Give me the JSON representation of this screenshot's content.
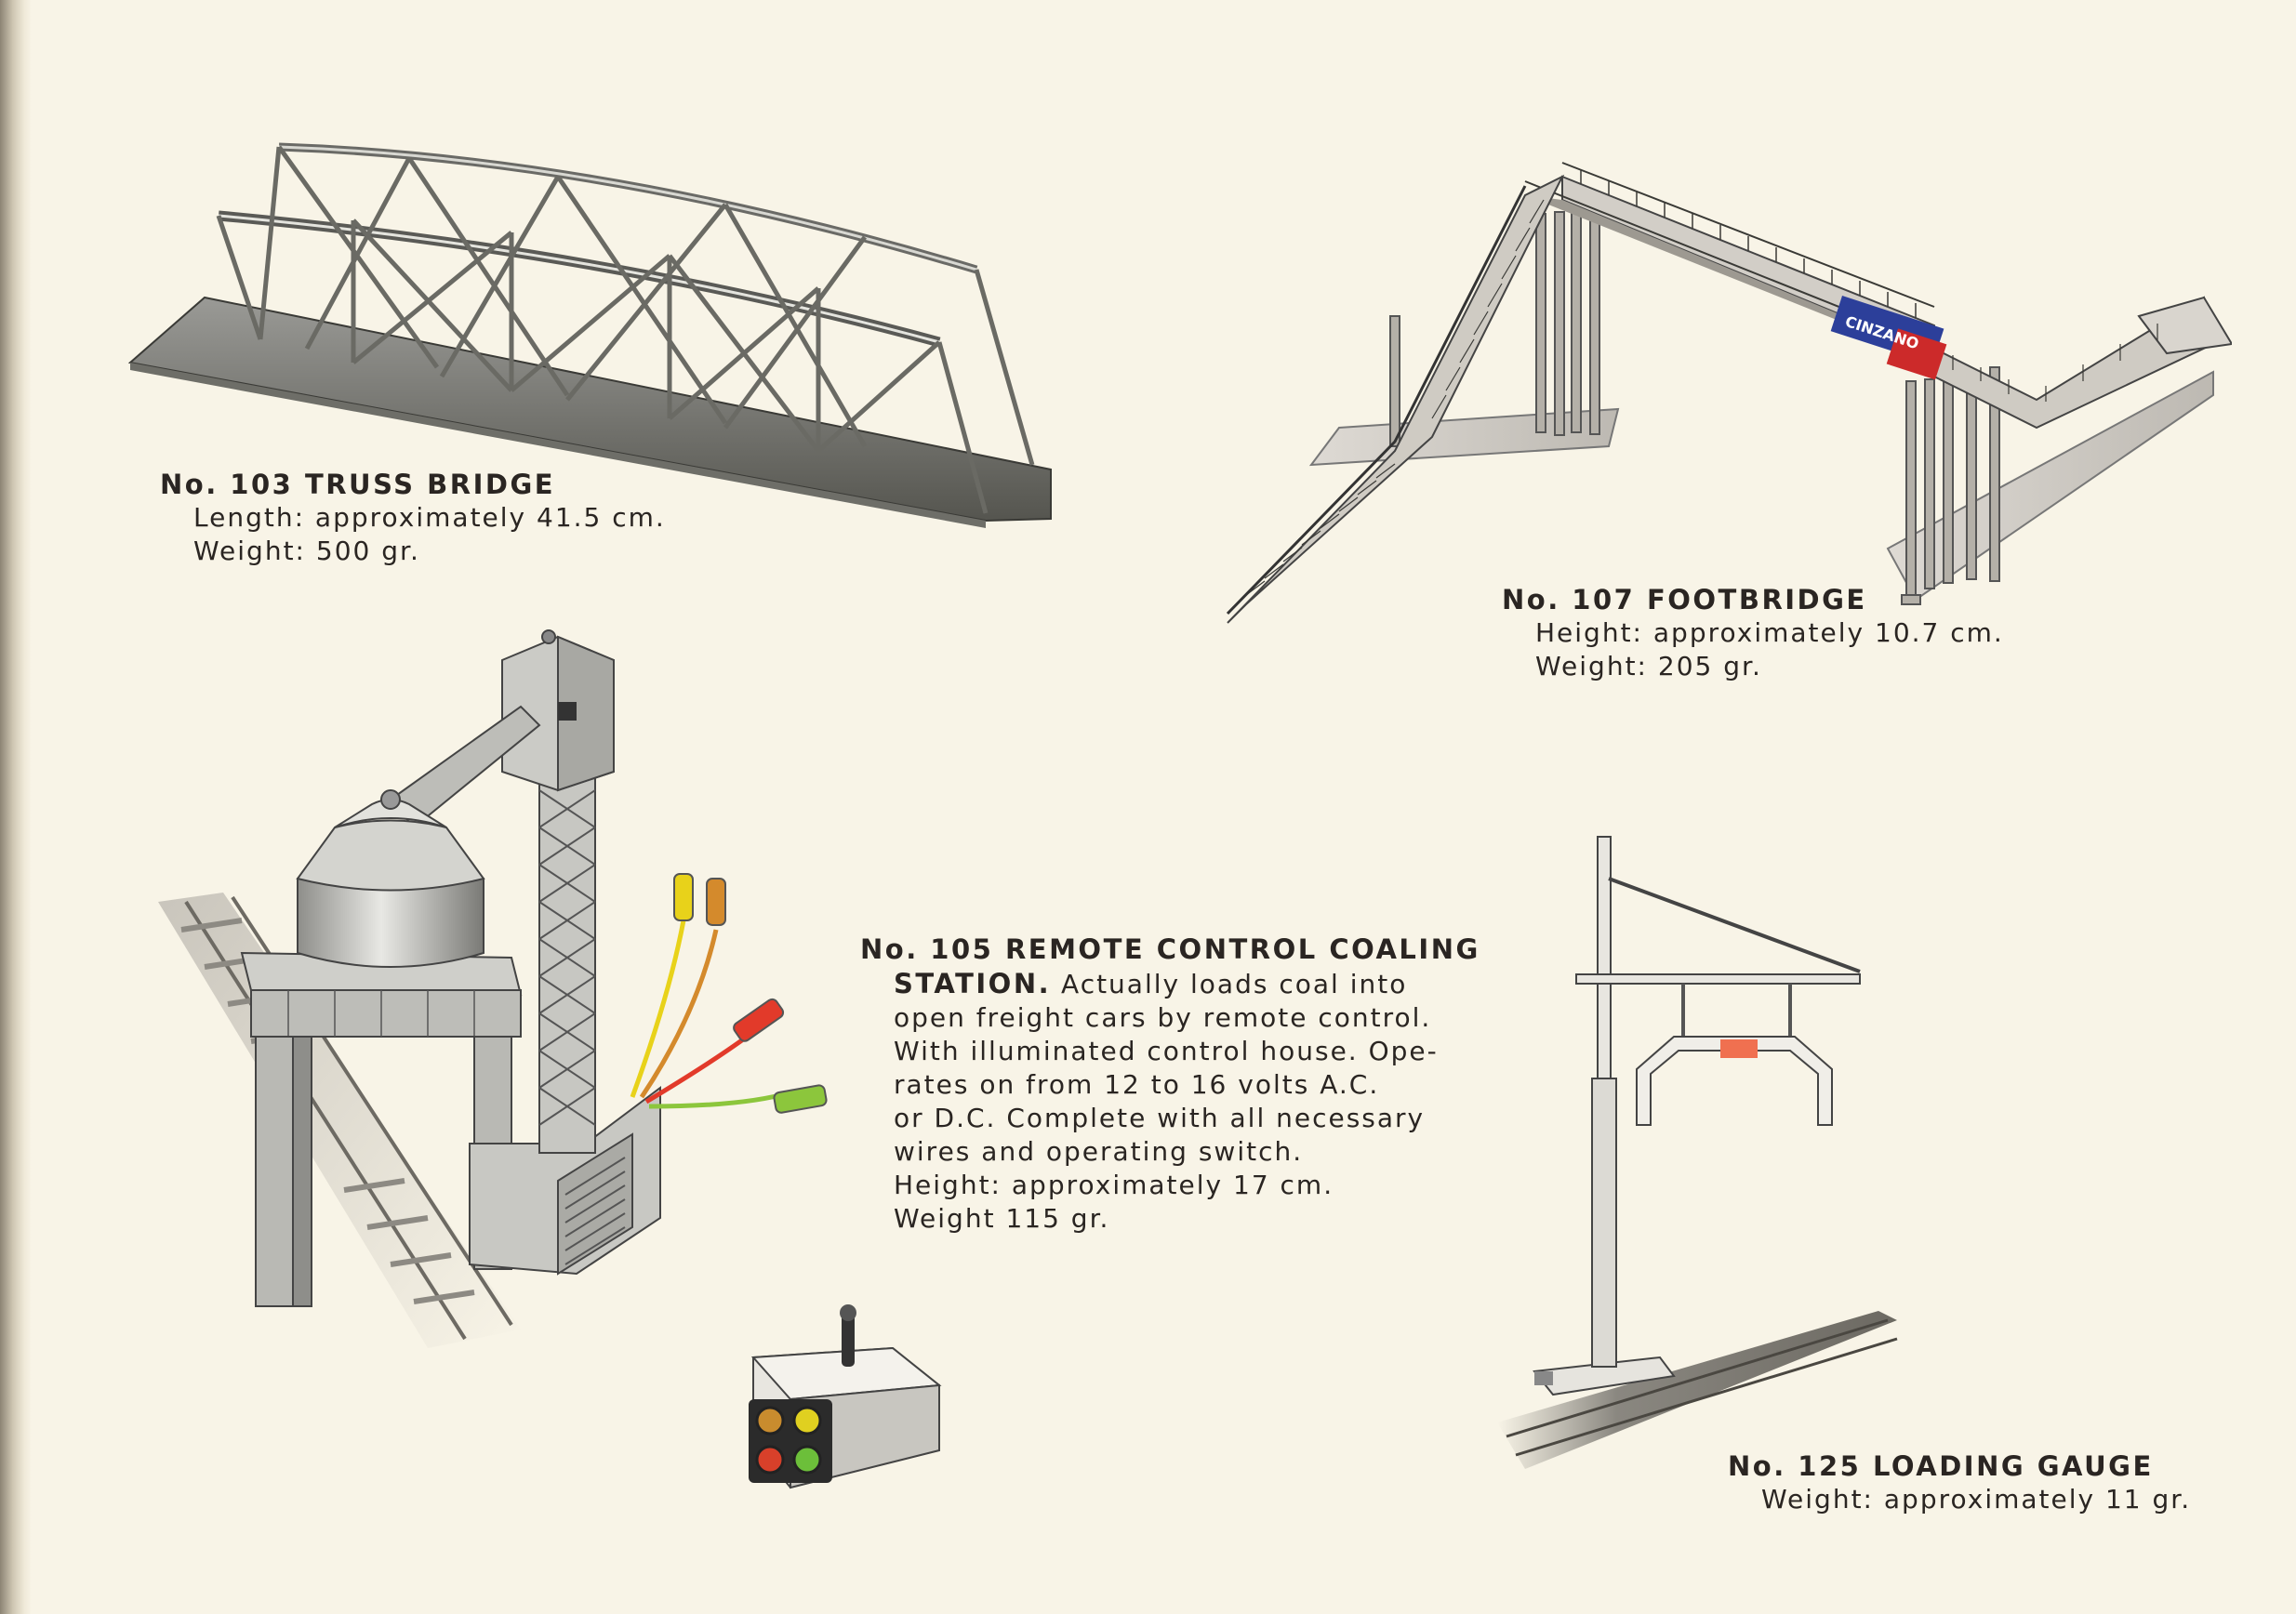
{
  "products": {
    "truss_bridge": {
      "title": "No. 103 TRUSS BRIDGE",
      "length": "Length:  approximately  41.5  cm.",
      "weight": "Weight:  500  gr."
    },
    "footbridge": {
      "title": "No.  107  FOOTBRIDGE",
      "height": "Height:  approximately  10.7  cm.",
      "weight": "Weight:  205  gr.",
      "sign_text": "CINZANO"
    },
    "coaling_station": {
      "title": "No. 105 REMOTE CONTROL COALING",
      "title_cont": "STATION.",
      "desc_1": " Actually  loads  coal  into",
      "desc_2": "open  freight  cars  by  remote  control.",
      "desc_3": "With  illuminated  control  house.  Ope-",
      "desc_4": "rates  on  from  12  to  16  volts  A.C.",
      "desc_5": "or  D.C.  Complete  with  all  necessary",
      "desc_6": "wires  and  operating  switch.",
      "height": "Height:  approximately  17  cm.",
      "weight": "Weight  115  gr."
    },
    "loading_gauge": {
      "title": "No.  125  LOADING  GAUGE",
      "weight": "Weight:  approximately  11  gr."
    }
  },
  "icons": [
    "truss-bridge-illustration",
    "footbridge-illustration",
    "coaling-station-illustration",
    "control-switch-illustration",
    "loading-gauge-illustration"
  ],
  "colors": {
    "paper": "#f8f4e7",
    "ink": "#2a2522",
    "sign_blue": "#2c3f9a",
    "sign_red": "#cc2a2a",
    "wire_yellow": "#e8d21a",
    "wire_orange": "#d48a2c",
    "wire_red": "#e23a2a",
    "wire_green": "#8cc63c"
  }
}
